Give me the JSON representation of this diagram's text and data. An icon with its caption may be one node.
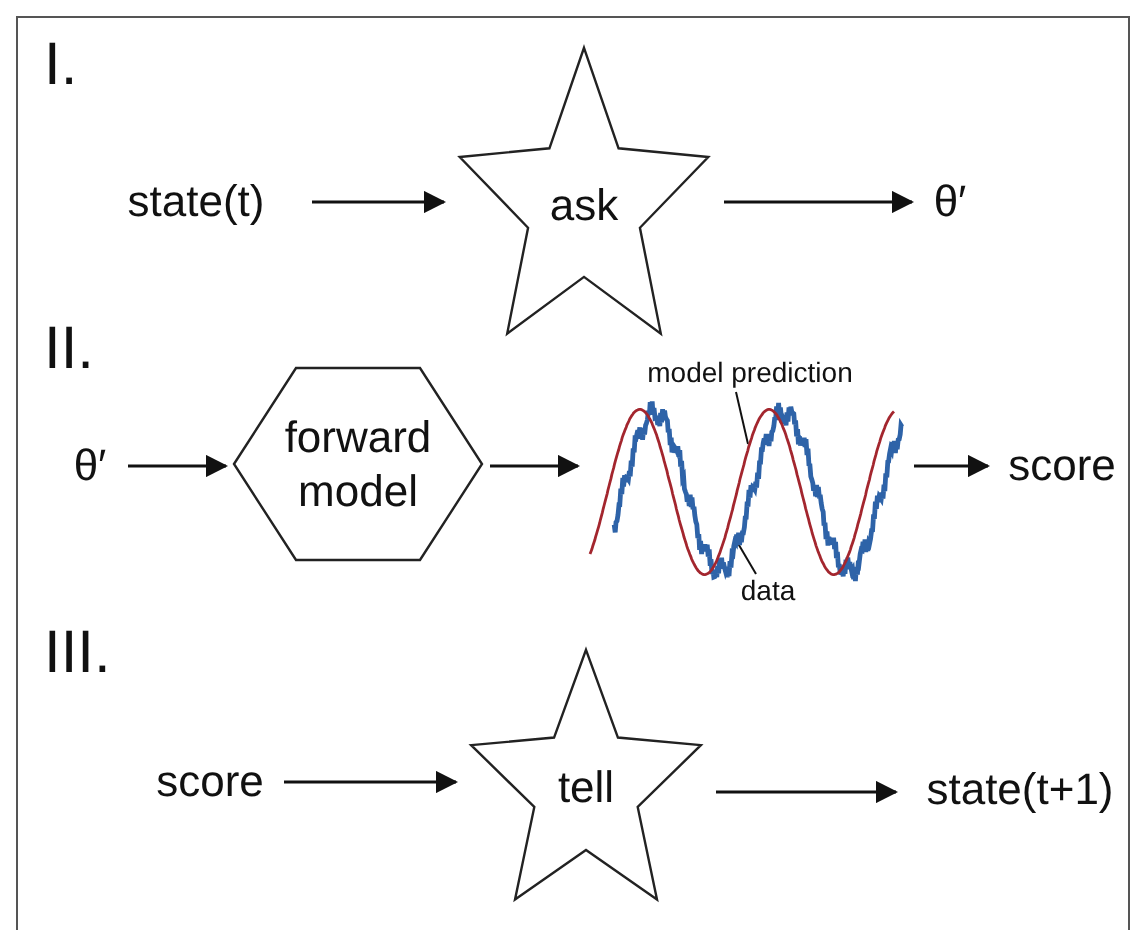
{
  "diagram": {
    "nodes": [
      {
        "text": [
          "state(t)"
        ]
      },
      {
        "text": [
          "ask"
        ]
      },
      {
        "text": [
          "θ′"
        ]
      },
      {
        "text": [
          "θ′"
        ]
      },
      {
        "text": [
          "forward model"
        ]
      },
      {
        "text": [],
        "shape": "picture"
      },
      {
        "text": [
          "model prediction"
        ]
      },
      {
        "text": [
          "data"
        ]
      },
      {
        "text": [
          "score"
        ]
      },
      {
        "text": [
          "score"
        ]
      },
      {
        "text": [
          "tell"
        ]
      },
      {
        "text": [
          "state(t+1)"
        ]
      }
    ],
    "edges": [
      {
        "from": 0,
        "to": 1,
        "arrow": "to"
      },
      {
        "from": 1,
        "to": 2,
        "arrow": "to"
      },
      {
        "from": 3,
        "to": 4,
        "arrow": "to"
      },
      {
        "from": 4,
        "to": 5,
        "arrow": "to"
      },
      {
        "from": 6,
        "to": 5,
        "arrow": "none"
      },
      {
        "from": 7,
        "to": 5,
        "arrow": "none"
      },
      {
        "from": 5,
        "to": 8,
        "arrow": "to"
      },
      {
        "from": 9,
        "to": 10,
        "arrow": "to"
      },
      {
        "from": 10,
        "to": 11,
        "arrow": "to"
      }
    ],
    "labels": [
      "I.",
      "II.",
      "III."
    ]
  }
}
